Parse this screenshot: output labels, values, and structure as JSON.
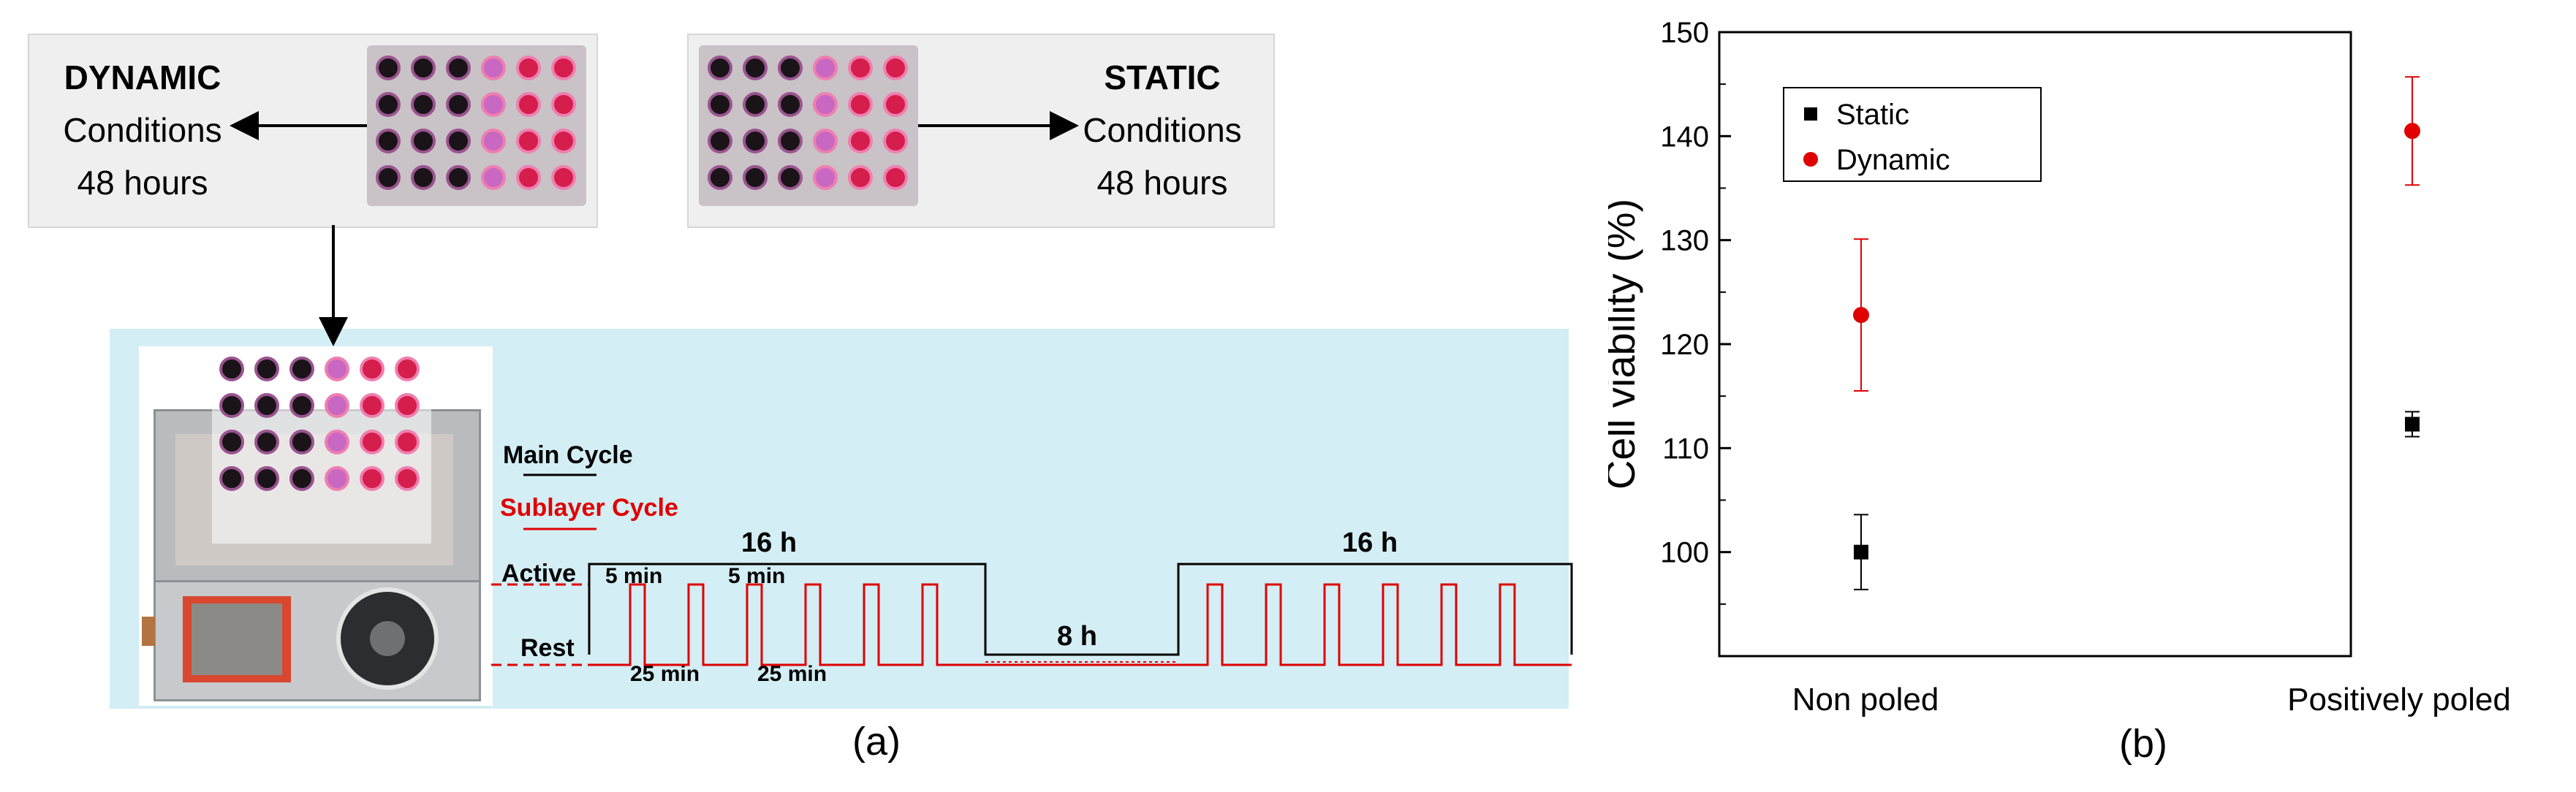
{
  "panel_a": {
    "dynamic": {
      "title": "DYNAMIC",
      "line1": "Conditions",
      "line2": "48 hours"
    },
    "static": {
      "title": "STATIC",
      "line1": "Conditions",
      "line2": "48 hours"
    },
    "legend_main": "Main Cycle",
    "legend_sub": "Sublayer Cycle",
    "active_label": "Active",
    "rest_label": "Rest",
    "t5a": "5 min",
    "t5b": "5 min",
    "t25a": "25 min",
    "t25b": "25 min",
    "h16a": "16 h",
    "h8": "8 h",
    "h16b": "16 h",
    "tag": "(a)",
    "colors": {
      "main": "#000000",
      "sub": "#e00000",
      "teal": "#d3eef4"
    }
  },
  "chart_data": {
    "type": "scatter",
    "categories": [
      "Non poled",
      "Positively poled"
    ],
    "ylabel": "Cell viability (%)",
    "xlabel": "",
    "ylim": [
      90,
      150
    ],
    "yticks": [
      100,
      110,
      120,
      130,
      140,
      150
    ],
    "legend_position": "top-left",
    "series": [
      {
        "name": "Static",
        "marker": "square",
        "color": "#000000",
        "values": [
          100.0,
          112.3
        ],
        "errors": [
          3.6,
          1.2
        ]
      },
      {
        "name": "Dynamic",
        "marker": "circle",
        "color": "#e00000",
        "values": [
          122.8,
          140.5
        ],
        "errors": [
          7.3,
          5.2
        ]
      }
    ],
    "tag": "(b)"
  }
}
